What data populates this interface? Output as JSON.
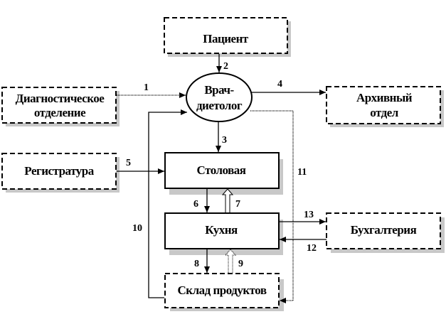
{
  "diagram": {
    "nodes": {
      "patient": {
        "label": [
          "Пациент"
        ],
        "style": "dashed"
      },
      "diagnostic": {
        "label": [
          "Диагностическое",
          "отделение"
        ],
        "style": "dashed"
      },
      "dietitian": {
        "label": [
          "Врач-",
          "диетолог"
        ],
        "style": "ellipse"
      },
      "archive": {
        "label": [
          "Архивный",
          "отдел"
        ],
        "style": "dashed"
      },
      "registry": {
        "label": [
          "Регистратура"
        ],
        "style": "dashed"
      },
      "canteen": {
        "label": [
          "Столовая"
        ],
        "style": "solid"
      },
      "kitchen": {
        "label": [
          "Кухня"
        ],
        "style": "solid"
      },
      "accounting": {
        "label": [
          "Бухгалтерия"
        ],
        "style": "dashed"
      },
      "warehouse": {
        "label": [
          "Склад продуктов"
        ],
        "style": "dashed"
      }
    },
    "edges": [
      {
        "id": "1",
        "label": "1",
        "from": "diagnostic",
        "to": "dietitian",
        "line": "dotted"
      },
      {
        "id": "2",
        "label": "2",
        "from": "patient",
        "to": "dietitian",
        "line": "solid"
      },
      {
        "id": "3",
        "label": "3",
        "from": "dietitian",
        "to": "canteen",
        "line": "solid"
      },
      {
        "id": "4",
        "label": "4",
        "from": "dietitian",
        "to": "archive",
        "line": "solid"
      },
      {
        "id": "5",
        "label": "5",
        "from": "registry",
        "to": "canteen",
        "line": "solid"
      },
      {
        "id": "6",
        "label": "6",
        "from": "canteen",
        "to": "kitchen",
        "line": "solid"
      },
      {
        "id": "7",
        "label": "7",
        "from": "kitchen",
        "to": "canteen",
        "line": "hollow"
      },
      {
        "id": "8",
        "label": "8",
        "from": "kitchen",
        "to": "warehouse",
        "line": "solid"
      },
      {
        "id": "9",
        "label": "9",
        "from": "warehouse",
        "to": "kitchen",
        "line": "hollow-dotted"
      },
      {
        "id": "10",
        "label": "10",
        "from": "warehouse",
        "to": "dietitian",
        "line": "solid"
      },
      {
        "id": "11",
        "label": "11",
        "from": "dietitian",
        "to": "warehouse",
        "line": "dotted"
      },
      {
        "id": "12",
        "label": "12",
        "from": "accounting",
        "to": "kitchen",
        "line": "solid"
      },
      {
        "id": "13",
        "label": "13",
        "from": "kitchen",
        "to": "accounting",
        "line": "solid"
      }
    ]
  }
}
